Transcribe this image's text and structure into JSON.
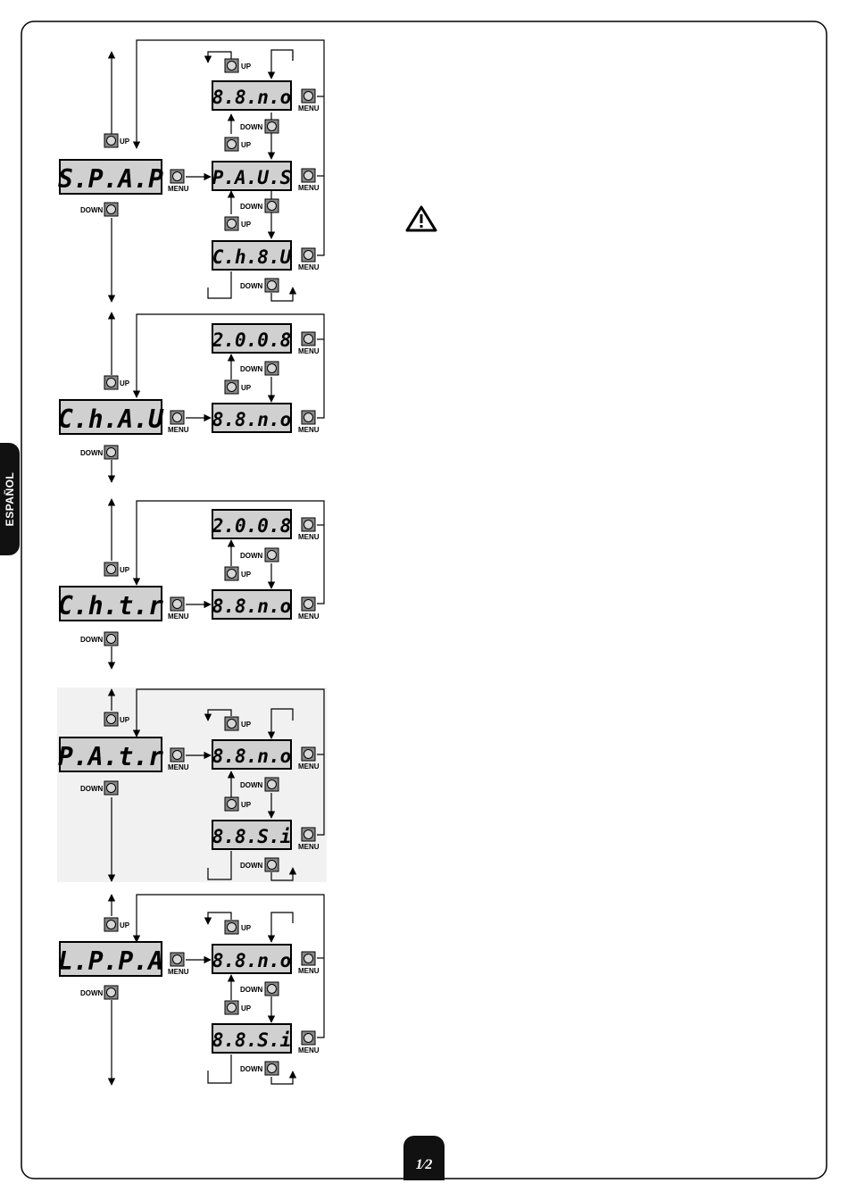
{
  "language_tab": "ESPAÑOL",
  "page_number": "1⁄2",
  "buttons": {
    "up": "UP",
    "down": "DOWN",
    "menu": "MENU"
  },
  "warning_icon": "warning-triangle-icon",
  "sections": [
    {
      "id": "spap",
      "main": "S.P.A.P",
      "submenus": [
        "8.8.n.o",
        "P.A.U.S",
        "C.h.8.U"
      ]
    },
    {
      "id": "chau",
      "main": "C.h.A.U",
      "submenus": [
        "2.0.0.8",
        "8.8.n.o"
      ]
    },
    {
      "id": "chtr",
      "main": "C.h.t.r",
      "submenus": [
        "2.0.0.8",
        "8.8.n.o"
      ]
    },
    {
      "id": "patr",
      "main": "P.A.t.r",
      "submenus": [
        "8.8.n.o",
        "8.8.S.i"
      ]
    },
    {
      "id": "lppa",
      "main": "L.P.P.A",
      "submenus": [
        "8.8.n.o",
        "8.8.S.i"
      ]
    }
  ],
  "colors": {
    "lcd_bg": "#d0d0d0",
    "button_bg": "#8a8a8a",
    "tab_bg": "#111111"
  }
}
